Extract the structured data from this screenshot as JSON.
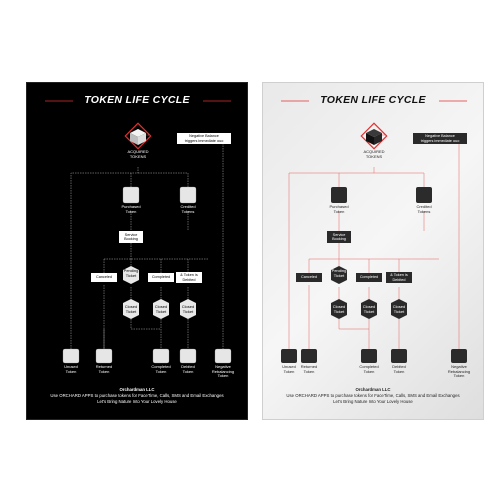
{
  "title": "TOKEN LIFE CYCLE",
  "nodes": {
    "acquired": "ACQUIRED\nTOKENS",
    "negative_note": "Negative Balance\ntriggers immediate ouo",
    "purchased": "Purchased\nToken",
    "credited": "Credited\nTokens",
    "service_booking": "Service\nBooking",
    "canceled": "Canceled",
    "pending": "Pending\nTicket",
    "completed": "Completed",
    "debited_note": "& Token is\nDebited",
    "closed_a": "Closed\nTicket",
    "closed_b": "Closed\nTicket",
    "closed_c": "Closed\nTicket",
    "unused": "Unused\nToken",
    "returned": "Returned\nToken",
    "completed_token": "Completed\nToken",
    "debited_token": "Debited\nToken",
    "negative_token": "Negative\nRebalancing\nToken"
  },
  "footer": {
    "company": "Orchardman LLC",
    "line1": "Use ORCHARD APPS to purchase tokens for FaceTime, Calls, SMS and Email Exchanges",
    "line2": "Let's Bring Nature Into Your Lovely House"
  },
  "colors": {
    "accent": "#e03030",
    "dark_bg": "#000000",
    "light_bg": "#efefef"
  }
}
